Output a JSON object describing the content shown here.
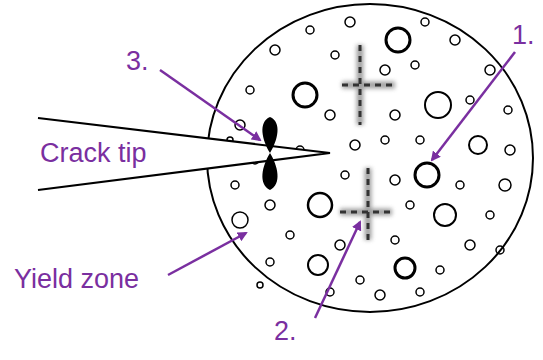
{
  "diagram": {
    "labels": [
      "1.",
      "3.",
      "Crack tip",
      "Yield zone",
      "2."
    ]
  }
}
